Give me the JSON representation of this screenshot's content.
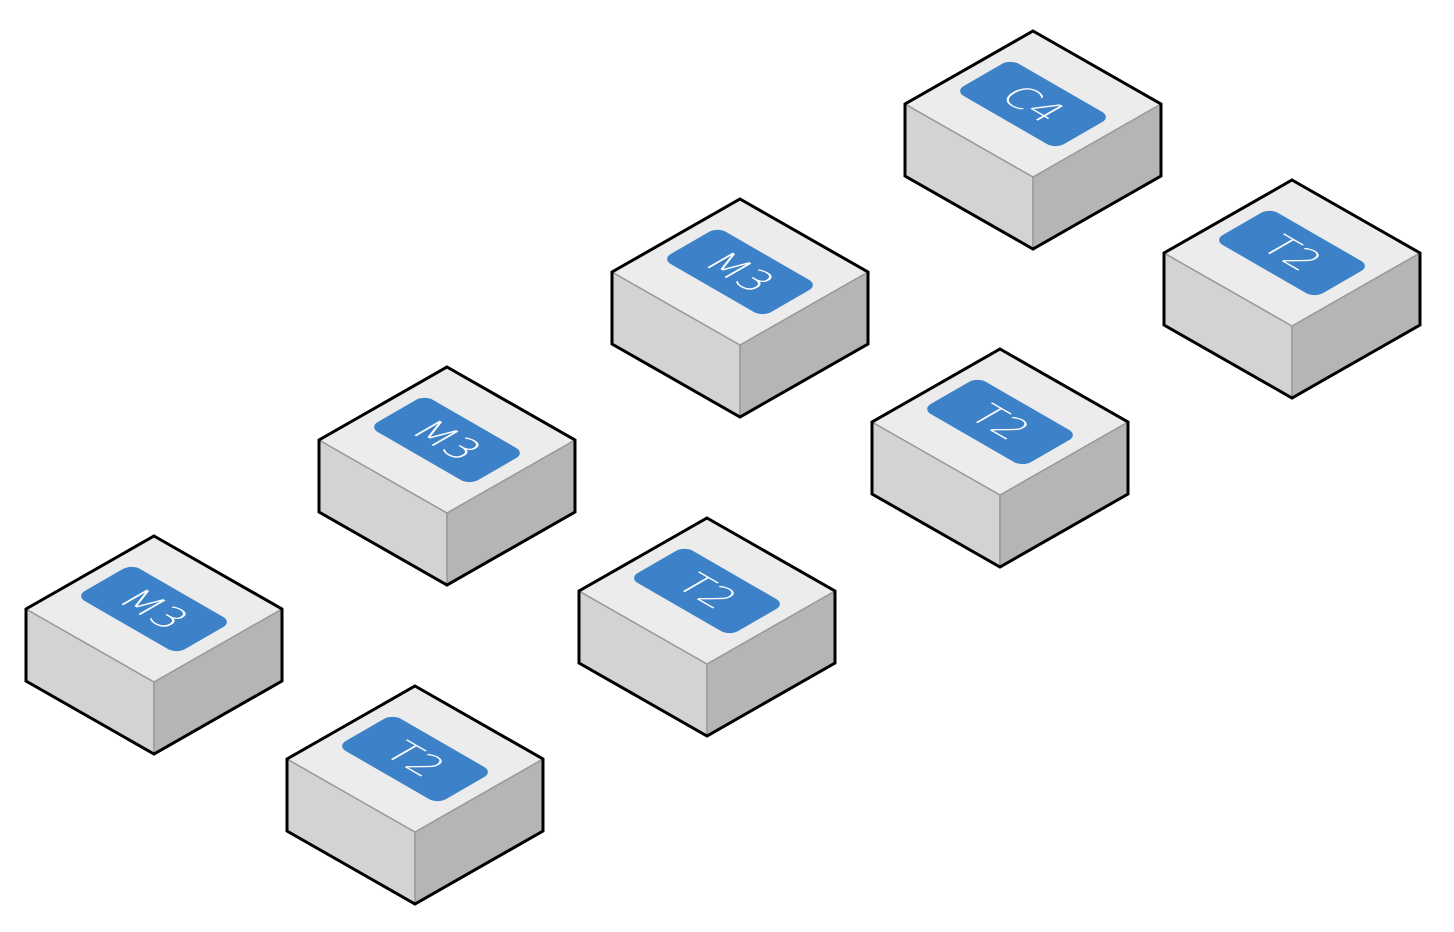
{
  "diagram": {
    "blocks": [
      {
        "id": "block-c4",
        "label": "C4"
      },
      {
        "id": "block-m3-a",
        "label": "M3"
      },
      {
        "id": "block-t2-a",
        "label": "T2"
      },
      {
        "id": "block-m3-b",
        "label": "M3"
      },
      {
        "id": "block-t2-b",
        "label": "T2"
      },
      {
        "id": "block-m3-c",
        "label": "M3"
      },
      {
        "id": "block-t2-c",
        "label": "T2"
      },
      {
        "id": "block-t2-d",
        "label": "T2"
      }
    ]
  },
  "colors": {
    "badge": "#3d82c8",
    "top_face": "#ececec",
    "left_face": "#d3d3d5",
    "right_face": "#b5b5b7",
    "outline": "#000000"
  }
}
